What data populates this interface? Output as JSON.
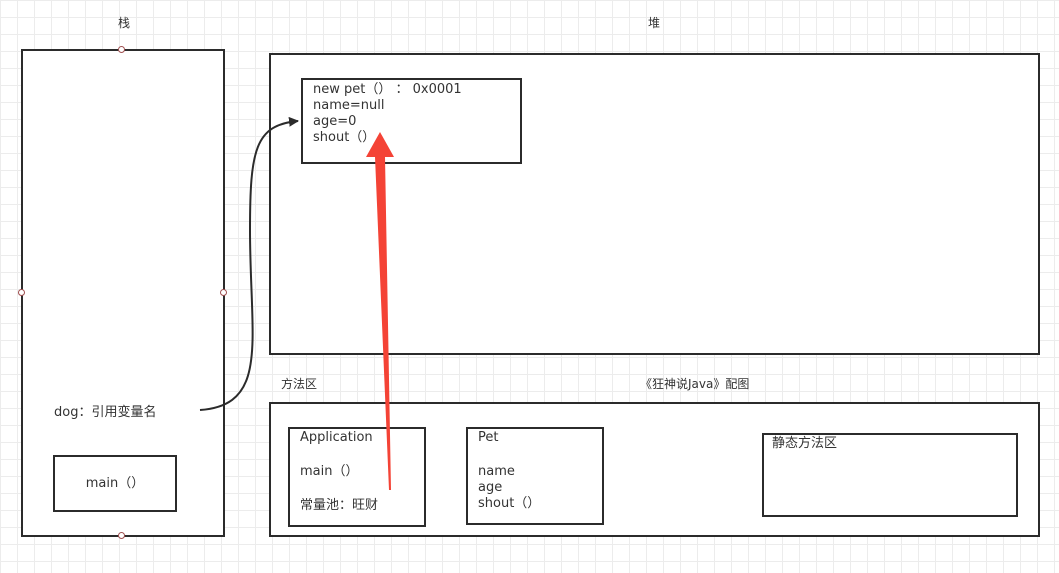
{
  "stack": {
    "title": "栈",
    "variable": "dog：引用变量名",
    "frame": "main（）"
  },
  "heap": {
    "title": "堆",
    "object": {
      "lines": [
        "new pet（）   ：  0x0001",
        "name=null",
        "age=0",
        "shout（）"
      ]
    }
  },
  "method_area": {
    "title": "方法区",
    "caption": "《狂神说Java》配图",
    "application": {
      "name": "Application",
      "method": "main（）",
      "constant_pool": "常量池：旺财"
    },
    "pet": {
      "name": "Pet",
      "fields": [
        "name",
        "age",
        "shout（）"
      ]
    },
    "static_area": "静态方法区"
  },
  "colors": {
    "line": "#2b2b2b",
    "highlight_arrow": "#f44336",
    "grid": "#ececec"
  }
}
